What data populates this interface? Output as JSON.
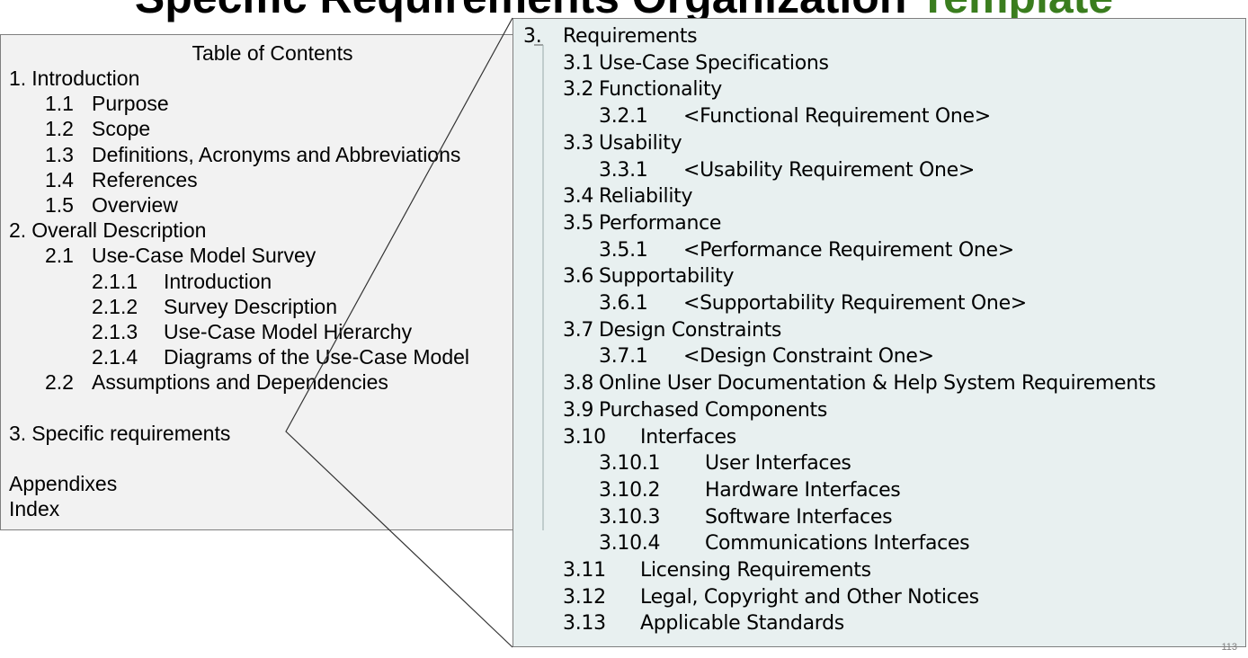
{
  "slide_title": {
    "text": "Specific Requirements Organization",
    "accent": "Template",
    "accent_color": "#3a7d1e"
  },
  "toc": {
    "title": "Table of Contents",
    "items": [
      {
        "num": "1.",
        "text": "Introduction",
        "level": 0
      },
      {
        "num": "1.1",
        "text": "Purpose",
        "level": 1
      },
      {
        "num": "1.2",
        "text": "Scope",
        "level": 1
      },
      {
        "num": "1.3",
        "text": "Definitions, Acronyms and Abbreviations",
        "level": 1
      },
      {
        "num": "1.4",
        "text": "References",
        "level": 1
      },
      {
        "num": "1.5",
        "text": "Overview",
        "level": 1
      },
      {
        "num": "2.",
        "text": "Overall Description",
        "level": 0
      },
      {
        "num": "2.1",
        "text": "Use-Case Model Survey",
        "level": 1
      },
      {
        "num": "2.1.1",
        "text": "Introduction",
        "level": 2
      },
      {
        "num": "2.1.2",
        "text": "Survey Description",
        "level": 2
      },
      {
        "num": "2.1.3",
        "text": "Use-Case Model Hierarchy",
        "level": 2
      },
      {
        "num": "2.1.4",
        "text": "Diagrams of the Use-Case Model",
        "level": 2
      },
      {
        "num": "2.2",
        "text": "Assumptions and Dependencies",
        "level": 1
      },
      {
        "num": "3.",
        "text": "Specific requirements",
        "level": 0,
        "gap_before": true
      },
      {
        "num": "",
        "text": "Appendixes",
        "level": 0,
        "gap_before": true
      },
      {
        "num": "",
        "text": "Index",
        "level": 0
      }
    ]
  },
  "requirements": {
    "items": [
      {
        "num": "3.",
        "text": "Requirements",
        "level": 0
      },
      {
        "num": "3.1",
        "text": "Use-Case Specifications",
        "level": 1
      },
      {
        "num": "3.2",
        "text": "Functionality",
        "level": 1
      },
      {
        "num": "3.2.1",
        "text": "<Functional Requirement One>",
        "level": 2
      },
      {
        "num": "3.3",
        "text": "Usability",
        "level": 1
      },
      {
        "num": "3.3.1",
        "text": "<Usability Requirement One>",
        "level": 2
      },
      {
        "num": "3.4",
        "text": "Reliability",
        "level": 1
      },
      {
        "num": "3.5",
        "text": "Performance",
        "level": 1
      },
      {
        "num": "3.5.1",
        "text": "<Performance Requirement One>",
        "level": 2
      },
      {
        "num": "3.6",
        "text": "Supportability",
        "level": 1
      },
      {
        "num": "3.6.1",
        "text": "<Supportability Requirement One>",
        "level": 2
      },
      {
        "num": "3.7",
        "text": "Design Constraints",
        "level": 1
      },
      {
        "num": "3.7.1",
        "text": "<Design Constraint One>",
        "level": 2
      },
      {
        "num": "3.8",
        "text": "Online User Documentation & Help System Requirements",
        "level": 1
      },
      {
        "num": "3.9",
        "text": "Purchased Components",
        "level": 1
      },
      {
        "num": "3.10",
        "text": "Interfaces",
        "level": 1,
        "wide": true
      },
      {
        "num": "3.10.1",
        "text": "User Interfaces",
        "level": 2,
        "wide": true
      },
      {
        "num": "3.10.2",
        "text": "Hardware Interfaces",
        "level": 2,
        "wide": true
      },
      {
        "num": "3.10.3",
        "text": "Software Interfaces",
        "level": 2,
        "wide": true
      },
      {
        "num": "3.10.4",
        "text": "Communications Interfaces",
        "level": 2,
        "wide": true
      },
      {
        "num": "3.11",
        "text": "Licensing Requirements",
        "level": 1,
        "wide": true
      },
      {
        "num": "3.12",
        "text": "Legal, Copyright and Other Notices",
        "level": 1,
        "wide": true
      },
      {
        "num": "3.13",
        "text": "Applicable Standards",
        "level": 1,
        "wide": true
      }
    ]
  },
  "page_number": "113"
}
